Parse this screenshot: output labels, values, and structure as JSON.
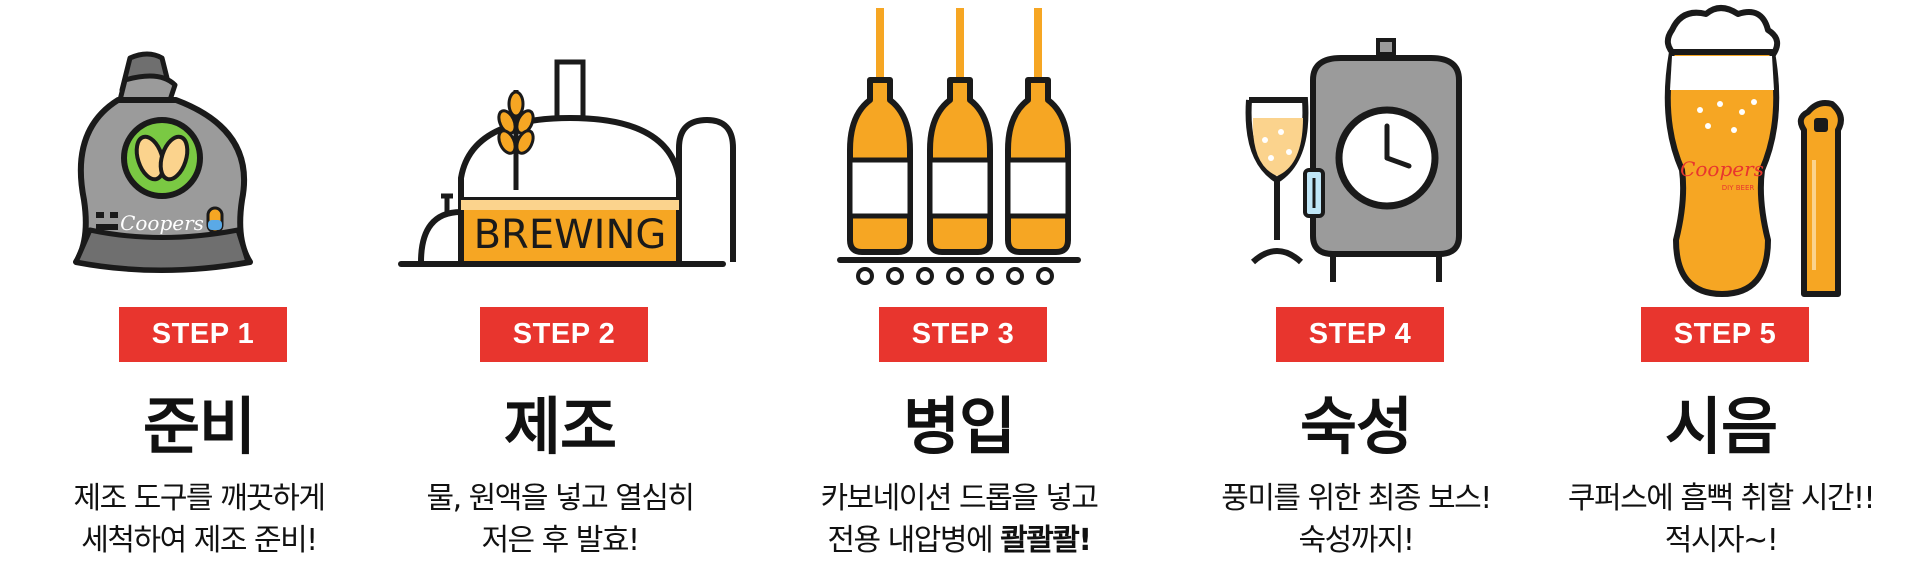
{
  "steps": [
    {
      "badge": "STEP 1",
      "title": "준비",
      "line1": "제조 도구를 깨끗하게",
      "line2": "세척하여 제조 준비!",
      "illustration": "grain-sack-icon",
      "sack_logo": "Coopers"
    },
    {
      "badge": "STEP 2",
      "title": "제조",
      "line1": "물, 원액을 넣고 열심히",
      "line2": "저은 후 발효!",
      "illustration": "brewing-kettle-icon",
      "kettle_label": "BREWING"
    },
    {
      "badge": "STEP 3",
      "title": "병입",
      "line1": "카보네이션 드롭을 넣고",
      "line2_prefix": "전용 내압병에 ",
      "line2_bold": "콸콸콸!",
      "illustration": "bottle-filling-icon"
    },
    {
      "badge": "STEP 4",
      "title": "숙성",
      "line1": "풍미를 위한 최종 보스!",
      "line2": "숙성까지!",
      "illustration": "fermenter-clock-icon"
    },
    {
      "badge": "STEP 5",
      "title": "시음",
      "line1": "쿠퍼스에 흠뻑 취할 시간!!",
      "line2": "적시자~!",
      "illustration": "beer-glass-opener-icon",
      "glass_logo": "Coopers",
      "glass_sub": "DIY BEER"
    }
  ],
  "colors": {
    "badge": "#e8352e",
    "beer": "#f6a623",
    "beer_light": "#fbd38d",
    "metal": "#9b9b9b",
    "metal_dark": "#6f6f6f",
    "outline": "#1a1a1a",
    "green": "#7ac943"
  }
}
